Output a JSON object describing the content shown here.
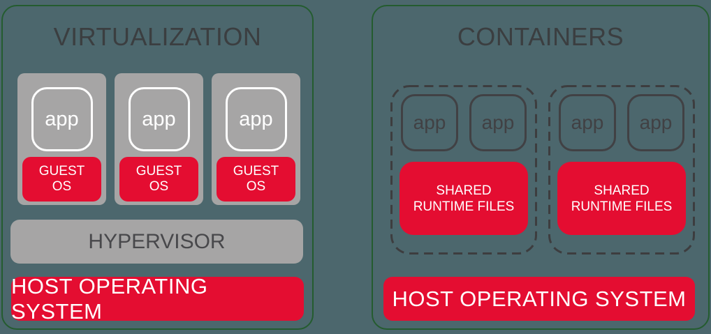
{
  "colors": {
    "background": "#4c676d",
    "panel_border": "#245c2f",
    "box_gray": "#a6a5a5",
    "accent_red": "#e40d31",
    "title_text": "#3b3e40",
    "dark_text": "#414144",
    "white_text": "#ffffff"
  },
  "virtualization": {
    "title": "VIRTUALIZATION",
    "vms": [
      {
        "app_label": "app",
        "os_label": "GUEST\nOS"
      },
      {
        "app_label": "app",
        "os_label": "GUEST\nOS"
      },
      {
        "app_label": "app",
        "os_label": "GUEST\nOS"
      }
    ],
    "hypervisor_label": "HYPERVISOR",
    "host_os_label": "HOST OPERATING SYSTEM"
  },
  "containers": {
    "title": "CONTAINERS",
    "groups": [
      {
        "apps": [
          "app",
          "app"
        ],
        "runtime_label": "SHARED\nRUNTIME FILES"
      },
      {
        "apps": [
          "app",
          "app"
        ],
        "runtime_label": "SHARED\nRUNTIME FILES"
      }
    ],
    "host_os_label": "HOST OPERATING SYSTEM"
  }
}
